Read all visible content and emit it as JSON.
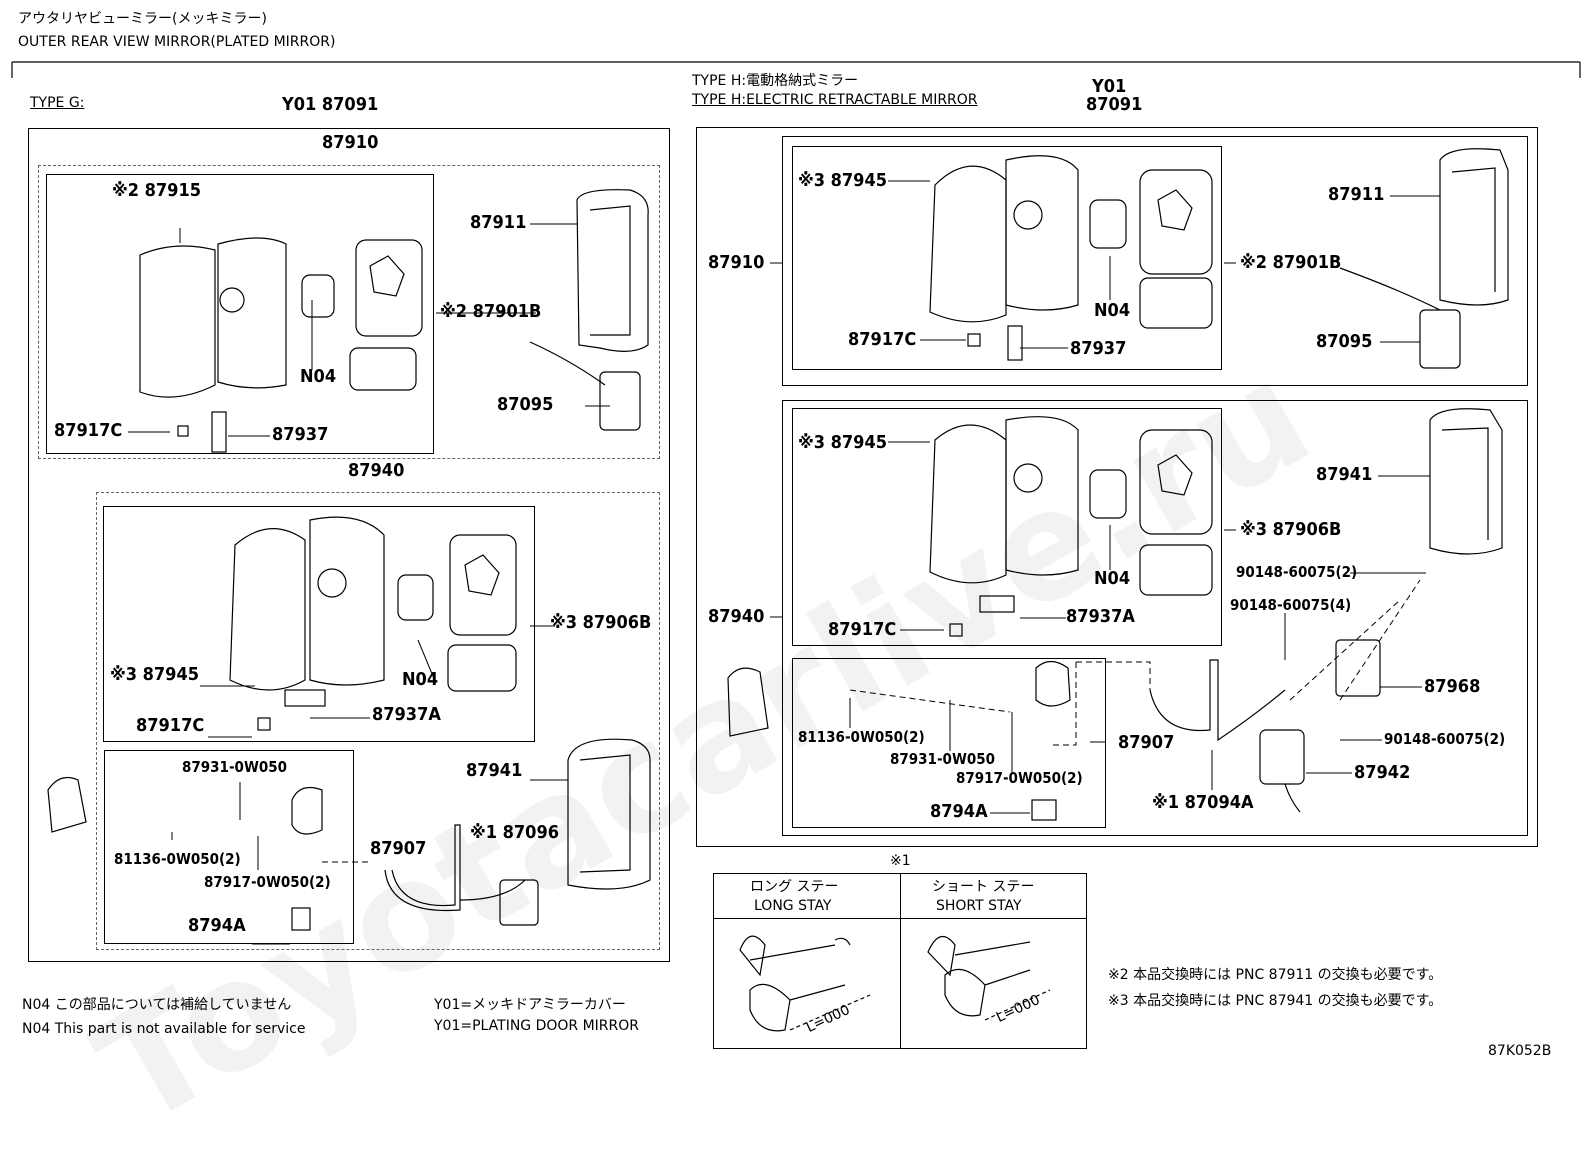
{
  "header": {
    "title_jp": "アウタリヤビューミラー(メッキミラー)",
    "title_en": "OUTER REAR VIEW MIRROR(PLATED MIRROR)"
  },
  "watermark": "Toyotacarlive.ru",
  "type_g": {
    "label": "TYPE G:",
    "code": "Y01 87091",
    "assy_top": "87910",
    "assy_bottom": "87940",
    "parts": {
      "p87915": "※2 87915",
      "p87911": "87911",
      "p87901b": "※2 87901B",
      "p87095": "87095",
      "p87917c_top": "87917C",
      "p87937": "87937",
      "n04_top": "N04",
      "p87906b": "※3 87906B",
      "p87945": "※3 87945",
      "n04_bottom": "N04",
      "p87917c_bottom": "87917C",
      "p87937a": "87937A",
      "p87941": "87941",
      "p87931": "87931-0W050",
      "p81136": "81136-0W050(2)",
      "p87917_0w050": "87917-0W050(2)",
      "p87907": "87907",
      "p87096": "※1 87096",
      "p8794a": "8794A"
    }
  },
  "type_h": {
    "label_jp": "TYPE H:電動格納式ミラー",
    "label_en": "TYPE H:ELECTRIC RETRACTABLE MIRROR",
    "code_line1": "Y01",
    "code_line2": "87091",
    "parts": {
      "p87945_top": "※3 87945",
      "p87910": "87910",
      "p87911": "87911",
      "p87901b": "※2 87901B",
      "n04_top": "N04",
      "p87095": "87095",
      "p87917c_top": "87917C",
      "p87937": "87937",
      "p87945_bottom": "※3 87945",
      "p87941": "87941",
      "p87906b": "※3 87906B",
      "p87940": "87940",
      "n04_bottom": "N04",
      "p90148_2": "90148-60075(2)",
      "p90148_4": "90148-60075(4)",
      "p87917c_bottom": "87917C",
      "p87937a": "87937A",
      "p87968": "87968",
      "p81136": "81136-0W050(2)",
      "p87931": "87931-0W050",
      "p87917_0w050": "87917-0W050(2)",
      "p87907": "87907",
      "p90148_2b": "90148-60075(2)",
      "p87942": "87942",
      "p8794a": "8794A",
      "p87094a": "※1 87094A"
    }
  },
  "stay_table": {
    "ref": "※1",
    "long_jp": "ロング ステー",
    "long_en": "LONG STAY",
    "short_jp": "ショート ステー",
    "short_en": "SHORT STAY",
    "long_dim": "L=000",
    "short_dim": "L=000"
  },
  "notes": {
    "n04_jp": "N04 この部品については補給していません",
    "n04_en": "N04 This part is not available for service",
    "y01_jp": "Y01=メッキドアミラーカバー",
    "y01_en": "Y01=PLATING DOOR MIRROR",
    "note2": "※2 本品交換時には PNC 87911 の交換も必要です。",
    "note3": "※3 本品交換時には PNC 87941 の交換も必要です。",
    "code": "87K052B"
  }
}
